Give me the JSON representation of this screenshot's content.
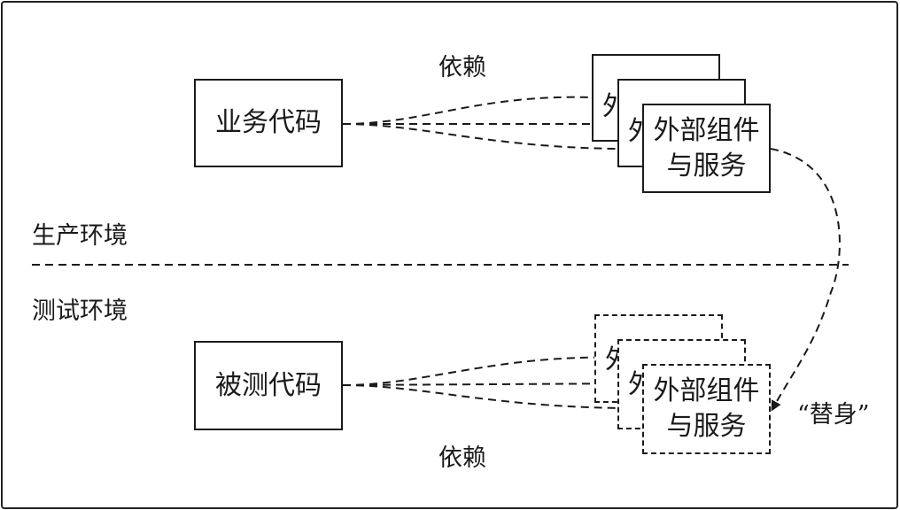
{
  "diagram": {
    "production": {
      "env_label": "生产环境",
      "source_box": "业务代码",
      "dependency_label": "依赖",
      "target_box_line1": "外部组件",
      "target_box_line2": "与服务",
      "stack_peek_char": "外"
    },
    "test": {
      "env_label": "测试环境",
      "source_box": "被测代码",
      "dependency_label": "依赖",
      "target_box_line1": "外部组件",
      "target_box_line2": "与服务",
      "stack_peek_char": "外"
    },
    "substitute_label": "“替身”"
  }
}
